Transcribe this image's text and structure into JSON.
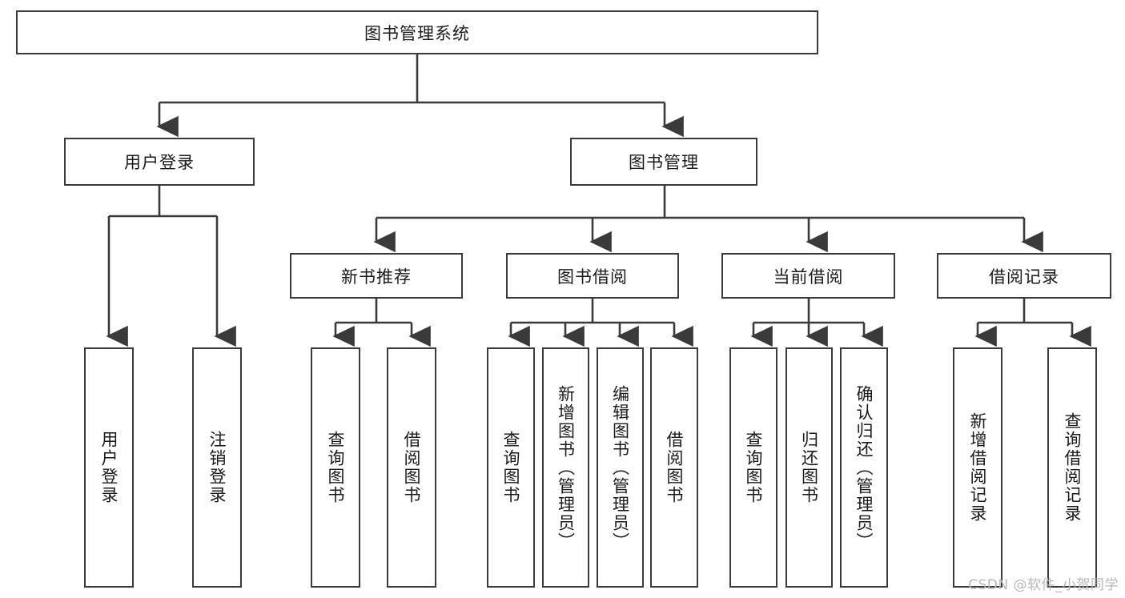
{
  "diagram": {
    "type": "tree-hierarchy-chart",
    "title_node": "图书管理系统",
    "colors": {
      "stroke": "#3a3a3a",
      "fill": "#ffffff",
      "text": "#1a1a1a",
      "watermark": "#b9b9b9"
    },
    "levels": {
      "level1": [
        {
          "id": "root",
          "label": "图书管理系统",
          "orientation": "horizontal"
        }
      ],
      "level2": [
        {
          "id": "user-login",
          "label": "用户登录",
          "orientation": "horizontal"
        },
        {
          "id": "book-manage",
          "label": "图书管理",
          "orientation": "horizontal"
        }
      ],
      "level3": [
        {
          "id": "new-book-rec",
          "label": "新书推荐",
          "orientation": "horizontal",
          "parent": "book-manage"
        },
        {
          "id": "book-borrow",
          "label": "图书借阅",
          "orientation": "horizontal",
          "parent": "book-manage"
        },
        {
          "id": "current-borrow",
          "label": "当前借阅",
          "orientation": "horizontal",
          "parent": "book-manage"
        },
        {
          "id": "borrow-record",
          "label": "借阅记录",
          "orientation": "horizontal",
          "parent": "book-manage"
        }
      ],
      "level4": [
        {
          "id": "leaf-user-login",
          "label": "用户登录",
          "orientation": "vertical",
          "parent": "user-login"
        },
        {
          "id": "leaf-user-logout",
          "label": "注销登录",
          "orientation": "vertical",
          "parent": "user-login"
        },
        {
          "id": "leaf-query-book-1",
          "label": "查询图书",
          "orientation": "vertical",
          "parent": "new-book-rec"
        },
        {
          "id": "leaf-borrow-book-1",
          "label": "借阅图书",
          "orientation": "vertical",
          "parent": "new-book-rec"
        },
        {
          "id": "leaf-query-book-2",
          "label": "查询图书",
          "orientation": "vertical",
          "parent": "book-borrow"
        },
        {
          "id": "leaf-add-book",
          "label": "新增图书（管理员）",
          "orientation": "vertical",
          "parent": "book-borrow"
        },
        {
          "id": "leaf-edit-book",
          "label": "编辑图书（管理员）",
          "orientation": "vertical",
          "parent": "book-borrow"
        },
        {
          "id": "leaf-borrow-book-2",
          "label": "借阅图书",
          "orientation": "vertical",
          "parent": "book-borrow"
        },
        {
          "id": "leaf-query-book-3",
          "label": "查询图书",
          "orientation": "vertical",
          "parent": "current-borrow"
        },
        {
          "id": "leaf-return-book",
          "label": "归还图书",
          "orientation": "vertical",
          "parent": "current-borrow"
        },
        {
          "id": "leaf-confirm-return",
          "label": "确认归还（管理员）",
          "orientation": "vertical",
          "parent": "current-borrow"
        },
        {
          "id": "leaf-add-record",
          "label": "新增借阅记录",
          "orientation": "vertical",
          "parent": "borrow-record"
        },
        {
          "id": "leaf-query-record",
          "label": "查询借阅记录",
          "orientation": "vertical",
          "parent": "borrow-record"
        }
      ]
    }
  },
  "watermark": "CSDN @软件_小贺同学"
}
